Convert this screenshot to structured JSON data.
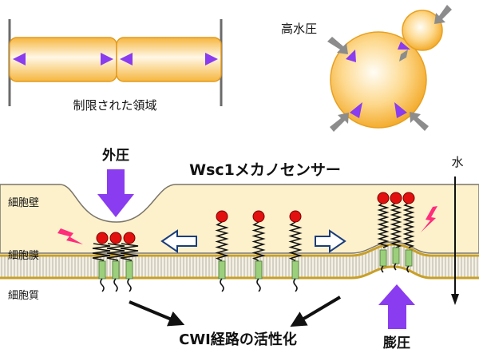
{
  "labels": {
    "confined_region": "制限された領域",
    "high_turgor": "高水圧",
    "external_pressure": "外圧",
    "sensor_name": "Wsc1メカノセンサー",
    "water": "水",
    "cell_wall": "細胞壁",
    "plasma_membrane": "細胞膜",
    "cytoplasm": "細胞質",
    "cwi_activation": "CWI経路の活性化",
    "turgor_pressure": "膨圧"
  },
  "colors": {
    "cell_fill": "#fbc860",
    "cell_edge": "#e8a020",
    "arrow_purple": "#8a3cf0",
    "arrow_gray": "#8c8c8c",
    "wall": "#fdf1cc",
    "membrane_gold": "#c8a028",
    "sensor_head": "#e31010",
    "sensor_tm": "#9ccf7c",
    "signal": "#ff2d7a"
  }
}
